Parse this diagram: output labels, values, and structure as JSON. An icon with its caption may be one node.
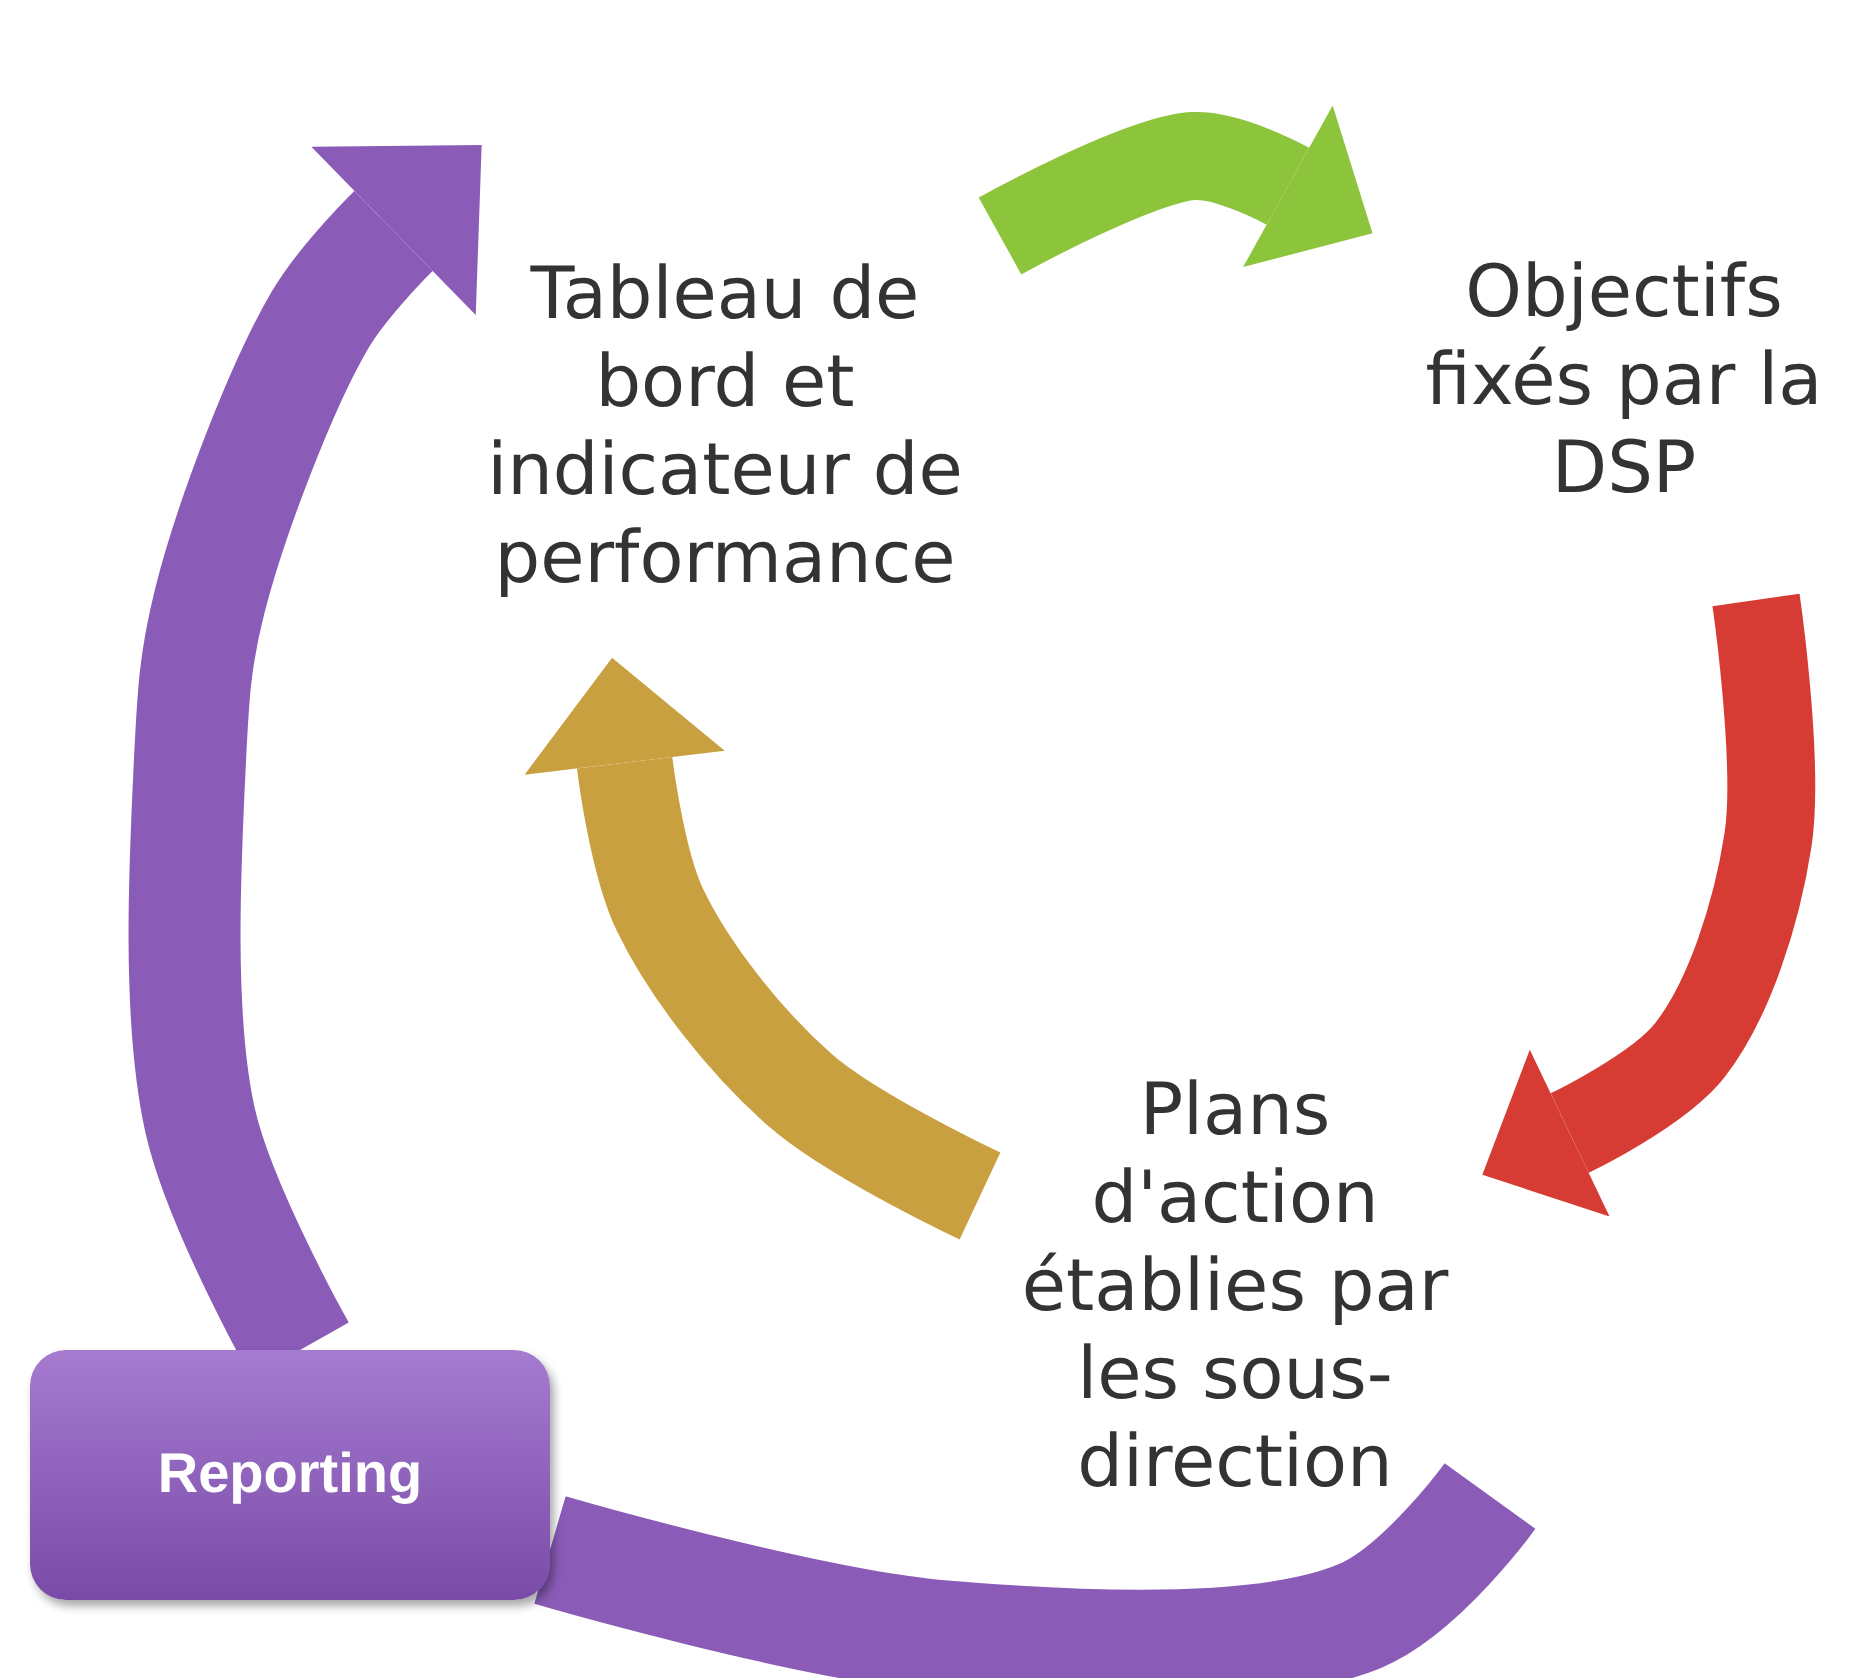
{
  "diagram": {
    "nodes": [
      {
        "text": [
          "Tableau de bord et indicateur de performance"
        ]
      },
      {
        "text": [
          "Objectifs fixés par la DSP"
        ]
      },
      {
        "text": [
          "Plans d'action établies par les sous-direction"
        ]
      },
      {
        "text": [
          "Reporting"
        ]
      }
    ],
    "edges": [
      {
        "from": 0,
        "to": 1,
        "arrow": "to",
        "color": "#8cc43c"
      },
      {
        "from": 1,
        "to": 2,
        "arrow": "to",
        "color": "#d63c34"
      },
      {
        "from": 2,
        "to": 0,
        "arrow": "to",
        "color": "#c9a040"
      },
      {
        "from": 2,
        "to": 3,
        "arrow": "none",
        "color": "#8a5cb8"
      },
      {
        "from": 3,
        "to": 0,
        "arrow": "to",
        "color": "#8a5cb8"
      }
    ]
  }
}
